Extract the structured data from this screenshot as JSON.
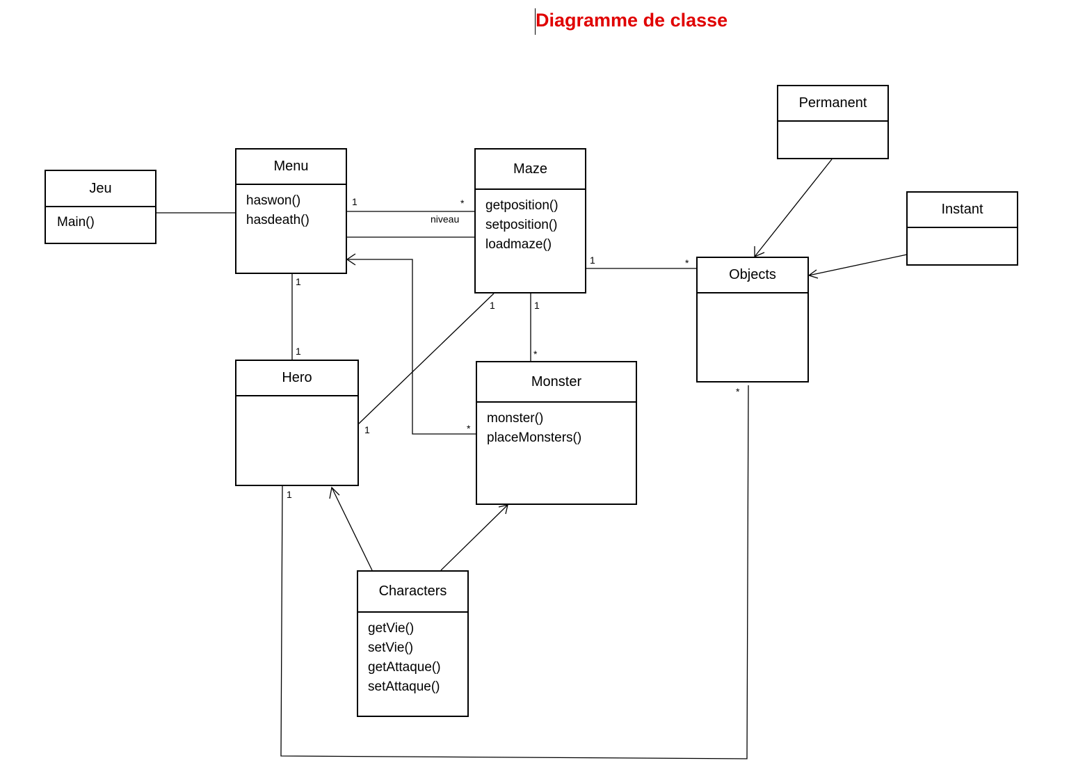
{
  "title": "Diagramme de classe",
  "classes": {
    "jeu": {
      "name": "Jeu",
      "ops": [
        "Main()"
      ]
    },
    "menu": {
      "name": "Menu",
      "ops": [
        "haswon()",
        "hasdeath()"
      ]
    },
    "maze": {
      "name": "Maze",
      "ops": [
        "getposition()",
        "setposition()",
        "loadmaze()"
      ]
    },
    "permanent": {
      "name": "Permanent",
      "ops": []
    },
    "instant": {
      "name": "Instant",
      "ops": []
    },
    "objects": {
      "name": "Objects",
      "ops": []
    },
    "hero": {
      "name": "Hero",
      "ops": []
    },
    "monster": {
      "name": "Monster",
      "ops": [
        "monster()",
        "placeMonsters()"
      ]
    },
    "characters": {
      "name": "Characters",
      "ops": [
        "getVie()",
        "setVie()",
        "getAttaque()",
        "setAttaque()"
      ]
    }
  },
  "labels": {
    "menu_maze_1": "1",
    "menu_maze_star": "*",
    "niveau": "niveau",
    "maze_objects_1": "1",
    "maze_objects_star": "*",
    "menu_hero_1a": "1",
    "menu_hero_1b": "1",
    "maze_hero_1a": "1",
    "maze_hero_1b": "1",
    "maze_monster_1": "1",
    "maze_monster_star": "*",
    "monster_menu_star": "*",
    "hero_objects_1": "1",
    "objects_star": "*"
  }
}
